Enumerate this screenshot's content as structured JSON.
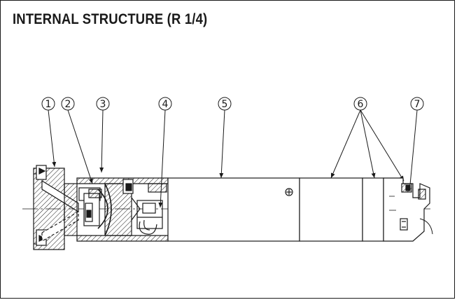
{
  "title": "INTERNAL STRUCTURE (R 1/4)",
  "callouts": [
    {
      "label": "1"
    },
    {
      "label": "2"
    },
    {
      "label": "3"
    },
    {
      "label": "4"
    },
    {
      "label": "5"
    },
    {
      "label": "6"
    },
    {
      "label": "7"
    }
  ]
}
